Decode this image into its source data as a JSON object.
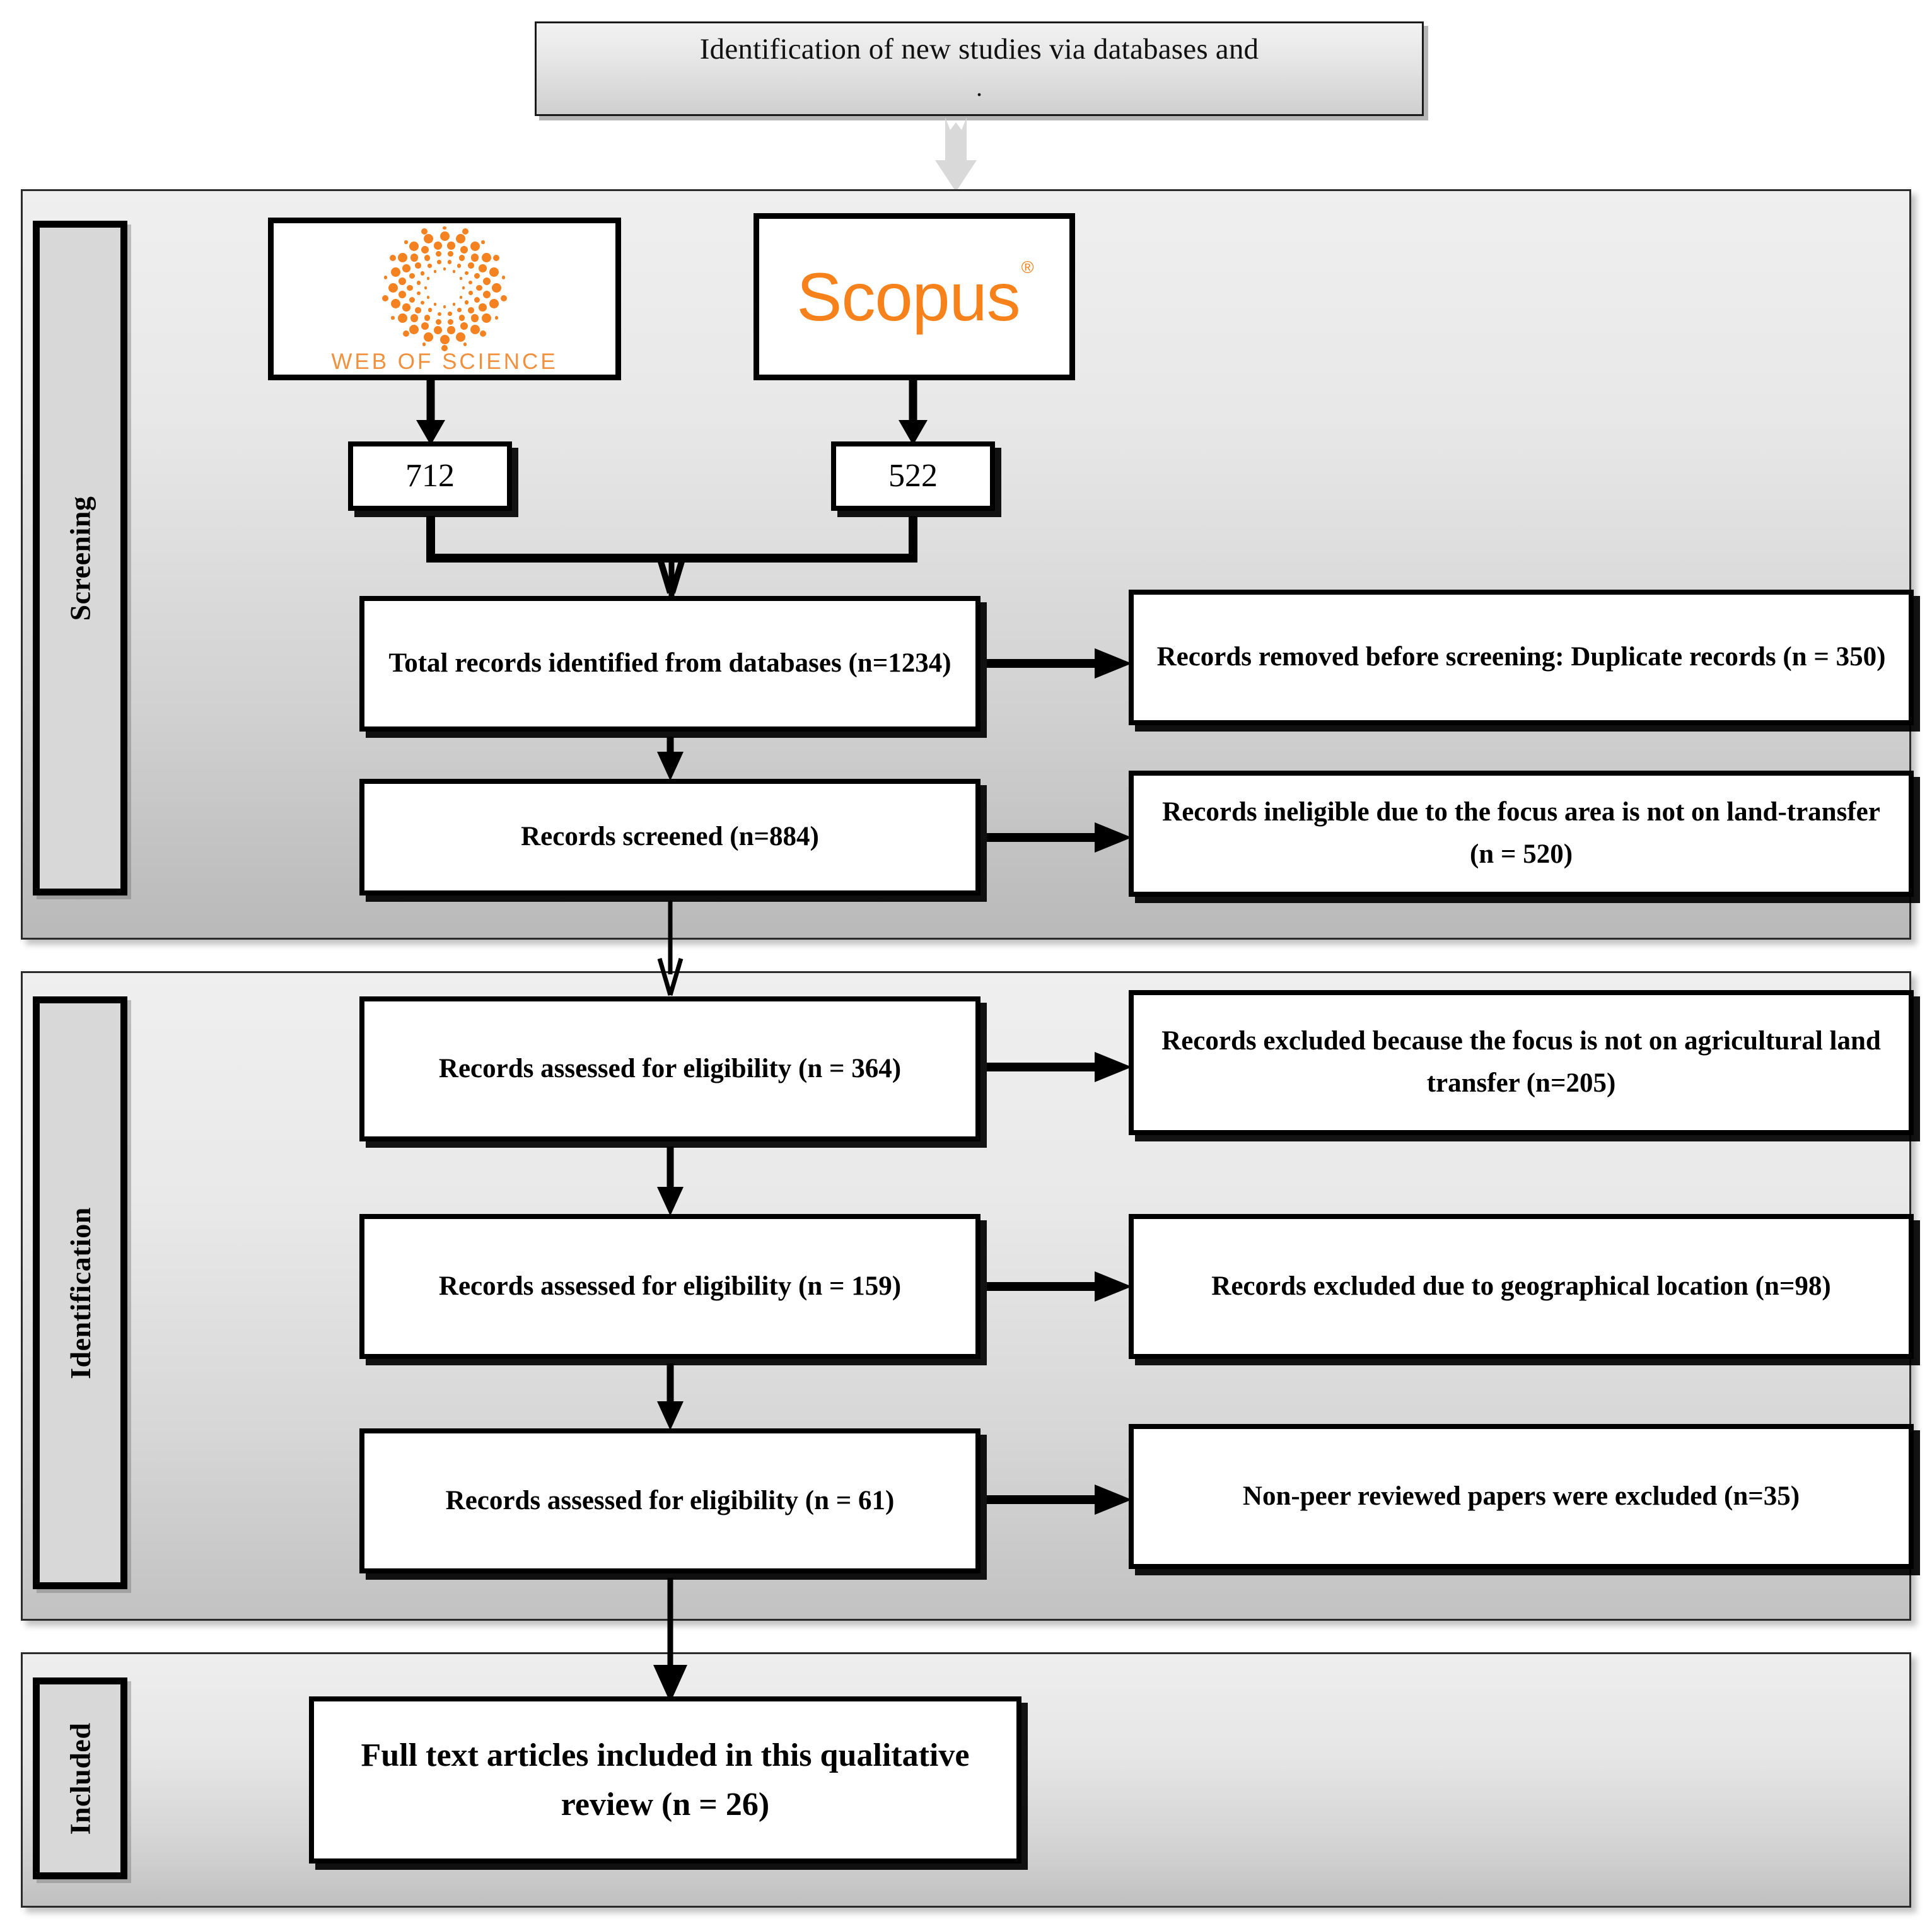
{
  "header": {
    "title": "Identification of new studies via databases and",
    "subtitle": "."
  },
  "stages": {
    "screening": "Screening",
    "identification": "Identification",
    "included": "Included"
  },
  "databases": [
    {
      "name": "web-of-science",
      "logo_text": "WEB OF SCIENCE",
      "count": "712",
      "color": "#f58220"
    },
    {
      "name": "scopus",
      "logo_text": "Scopus",
      "trademark": "®",
      "count": "522",
      "color": "#f7821b"
    }
  ],
  "flow": {
    "total_records": "Total records identified from databases (n=1234)",
    "records_removed": "Records removed before screening: Duplicate records (n = 350)",
    "records_screened": "Records screened (n=884)",
    "records_ineligible": "Records ineligible due to the focus area is not on land-transfer (n = 520)",
    "eligibility_1": "Records assessed for eligibility (n = 364)",
    "excluded_1": "Records excluded because the focus is not on agricultural land transfer (n=205)",
    "eligibility_2": "Records assessed for eligibility (n = 159)",
    "excluded_2": "Records excluded due to geographical location (n=98)",
    "eligibility_3": "Records assessed for eligibility (n = 61)",
    "excluded_3": "Non-peer reviewed papers were excluded (n=35)",
    "included_prefix": "Full text articles included in this qualitative review (",
    "included_count": "n = 26",
    "included_suffix": ")"
  },
  "chart_data": {
    "type": "diagram",
    "title": "PRISMA flow diagram",
    "nodes": [
      {
        "id": "wos",
        "label": "WEB OF SCIENCE",
        "value": 712
      },
      {
        "id": "scopus",
        "label": "Scopus",
        "value": 522
      },
      {
        "id": "total",
        "label": "Total records identified from databases",
        "value": 1234
      },
      {
        "id": "removed",
        "label": "Records removed before screening: Duplicate records",
        "value": 350
      },
      {
        "id": "screened",
        "label": "Records screened",
        "value": 884
      },
      {
        "id": "inelig",
        "label": "Records ineligible due to the focus area is not on land-transfer",
        "value": 520
      },
      {
        "id": "elig1",
        "label": "Records assessed for eligibility",
        "value": 364
      },
      {
        "id": "exc1",
        "label": "Records excluded because the focus is not on agricultural land transfer",
        "value": 205
      },
      {
        "id": "elig2",
        "label": "Records assessed for eligibility",
        "value": 159
      },
      {
        "id": "exc2",
        "label": "Records excluded due to geographical location",
        "value": 98
      },
      {
        "id": "elig3",
        "label": "Records assessed for eligibility",
        "value": 61
      },
      {
        "id": "exc3",
        "label": "Non-peer reviewed papers were excluded",
        "value": 35
      },
      {
        "id": "included",
        "label": "Full text articles included in this qualitative review",
        "value": 26
      }
    ],
    "edges": [
      {
        "from": "wos",
        "to": "total"
      },
      {
        "from": "scopus",
        "to": "total"
      },
      {
        "from": "total",
        "to": "removed"
      },
      {
        "from": "total",
        "to": "screened"
      },
      {
        "from": "screened",
        "to": "inelig"
      },
      {
        "from": "screened",
        "to": "elig1"
      },
      {
        "from": "elig1",
        "to": "exc1"
      },
      {
        "from": "elig1",
        "to": "elig2"
      },
      {
        "from": "elig2",
        "to": "exc2"
      },
      {
        "from": "elig2",
        "to": "elig3"
      },
      {
        "from": "elig3",
        "to": "exc3"
      },
      {
        "from": "elig3",
        "to": "included"
      }
    ]
  }
}
